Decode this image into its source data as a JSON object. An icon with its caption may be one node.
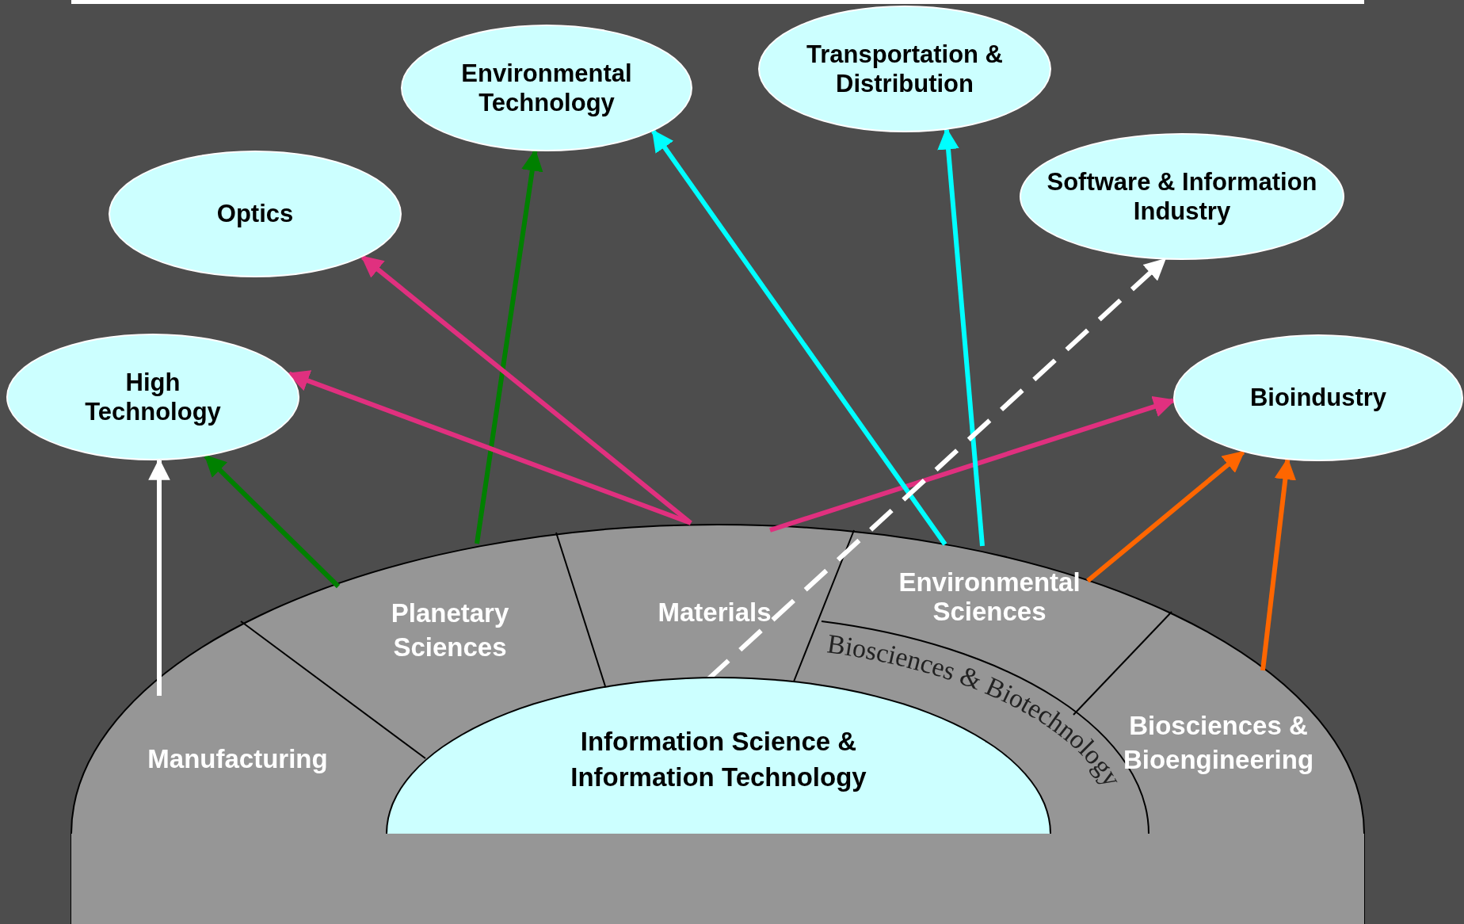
{
  "diagram": {
    "nodes": [
      {
        "text": [
          "Environmental Technology"
        ]
      },
      {
        "text": [
          "Transportation & Distribution"
        ]
      },
      {
        "text": [
          "Optics"
        ]
      },
      {
        "text": [
          "Software & Information Industry"
        ]
      },
      {
        "text": [
          "High Technology"
        ]
      },
      {
        "text": [
          "Bioindustry"
        ]
      },
      {
        "text": [
          "Planetary Sciences"
        ]
      },
      {
        "text": [
          "Materials"
        ]
      },
      {
        "text": [
          "Environmental Sciences"
        ]
      },
      {
        "text": [
          "Manufacturing"
        ]
      },
      {
        "text": [
          "Biosciences & Biotechnology"
        ]
      },
      {
        "text": [
          "Biosciences & Bioengineering"
        ]
      },
      {
        "text": [
          "Information Science & Information Technology"
        ]
      }
    ],
    "edges": [
      {
        "from": 9,
        "to": 4,
        "arrow": "to",
        "color": "#ffffff"
      },
      {
        "from": 6,
        "to": 4,
        "arrow": "to",
        "color": "#008000"
      },
      {
        "from": 6,
        "to": 0,
        "arrow": "to",
        "color": "#008000"
      },
      {
        "from": 7,
        "to": 2,
        "arrow": "to",
        "color": "#e0307f"
      },
      {
        "from": 7,
        "to": 4,
        "arrow": "to",
        "color": "#e0307f"
      },
      {
        "from": 7,
        "to": 5,
        "arrow": "to",
        "color": "#e0307f"
      },
      {
        "from": 8,
        "to": 0,
        "arrow": "to",
        "color": "#00ffff"
      },
      {
        "from": 8,
        "to": 1,
        "arrow": "to",
        "color": "#00ffff"
      },
      {
        "from": 12,
        "to": 3,
        "arrow": "to",
        "style": "dashed",
        "color": "#ffffff"
      },
      {
        "from": 8,
        "to": 5,
        "arrow": "to",
        "color": "#ff6600"
      },
      {
        "from": 11,
        "to": 5,
        "arrow": "to",
        "color": "#ff6600"
      }
    ]
  }
}
